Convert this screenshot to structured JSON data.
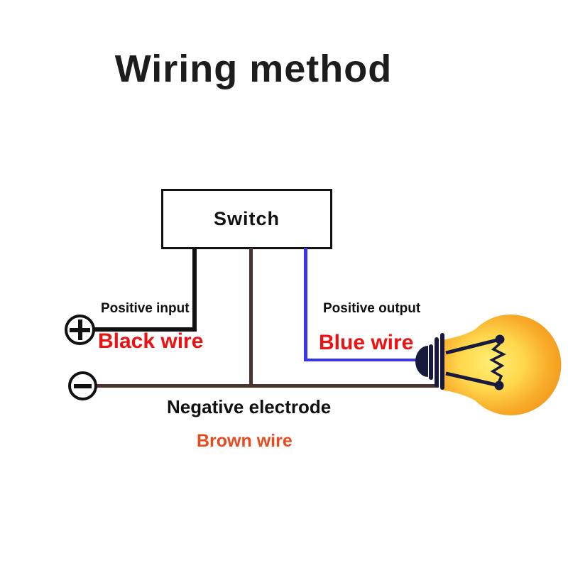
{
  "title": "Wiring method",
  "switch": {
    "label": "Switch"
  },
  "terminals": {
    "positive_symbol": "+",
    "negative_symbol": "−"
  },
  "labels": {
    "positive_input": "Positive input",
    "black_wire": "Black wire",
    "positive_output": "Positive output",
    "blue_wire": "Blue wire",
    "negative_electrode": "Negative electrode",
    "brown_wire": "Brown wire"
  },
  "wires": [
    {
      "name": "black wire",
      "from": "switch",
      "to": "positive input terminal",
      "color_key": "wire_black"
    },
    {
      "name": "brown wire",
      "from": "switch",
      "to": "negative electrode / bulb base",
      "color_key": "wire_brown"
    },
    {
      "name": "blue wire",
      "from": "switch",
      "to": "positive output / bulb tip",
      "color_key": "wire_blue"
    }
  ],
  "icons": {
    "plus_terminal": "plus-terminal-icon",
    "minus_terminal": "minus-terminal-icon",
    "bulb": "light-bulb-icon"
  },
  "colors": {
    "wire_black": "#111111",
    "wire_brown": "#4a3430",
    "wire_blue": "#3a35ea",
    "text_black": "#111111",
    "label_red": "#ee1111",
    "label_orange": "#e8491d",
    "bulb_base": "#181a3d",
    "bulb_center": "#ffee75",
    "bulb_mid": "#ffd84e",
    "bulb_edge": "#f19a1c"
  }
}
